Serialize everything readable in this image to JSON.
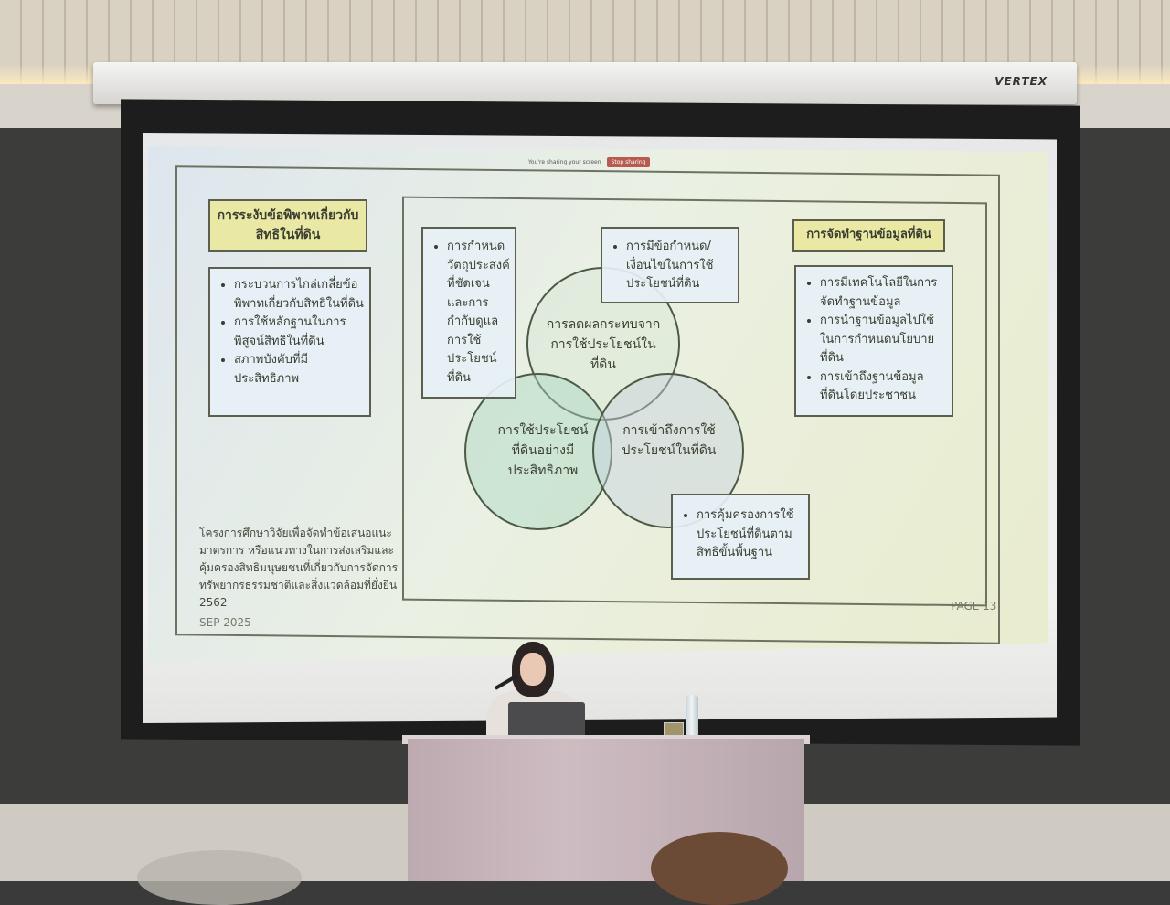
{
  "projector": {
    "brand": "VERTEX"
  },
  "share_bar": {
    "text": "You're sharing your screen",
    "button": "Stop sharing"
  },
  "slide": {
    "left_title": "การระงับข้อพิพาทเกี่ยวกับสิทธิในที่ดิน",
    "left_items": [
      "กระบวนการไกล่เกลี่ยข้อพิพาทเกี่ยวกับสิทธิในที่ดิน",
      "การใช้หลักฐานในการพิสูจน์สิทธิในที่ดิน",
      "สภาพบังคับที่มีประสิทธิภาพ"
    ],
    "purpose_items": [
      "การกำหนดวัตถุประสงค์ที่ชัดเจนและการกำกับดูแลการใช้ประโยชน์ที่ดิน"
    ],
    "conditions_items": [
      "การมีข้อกำหนด/เงื่อนไขในการใช้ประโยชน์ที่ดิน"
    ],
    "right_title": "การจัดทำฐานข้อมูลที่ดิน",
    "right_items": [
      "การมีเทคโนโลยีในการจัดทำฐานข้อมูล",
      "การนำฐานข้อมูลไปใช้ในการกำหนดนโยบายที่ดิน",
      "การเข้าถึงฐานข้อมูลที่ดินโดยประชาชน"
    ],
    "circle_top": "การลดผลกระทบจากการใช้ประโยชน์ในที่ดิน",
    "circle_left": "การใช้ประโยชน์ที่ดินอย่างมีประสิทธิภาพ",
    "circle_right": "การเข้าถึงการใช้ประโยชน์ในที่ดิน",
    "protection_items": [
      "การคุ้มครองการใช้ประโยชน์ที่ดินตามสิทธิขั้นพื้นฐาน"
    ],
    "footnote": "โครงการศึกษาวิจัยเพื่อจัดทำข้อเสนอแนะ มาตรการ หรือแนวทางในการส่งเสริมและคุ้มครองสิทธิมนุษยชนที่เกี่ยวกับการจัดการทรัพยากรธรรมชาติและสิ่งแวดล้อมที่ยั่งยืน 2562",
    "date": "SEP 2025",
    "page": "PAGE 13"
  }
}
